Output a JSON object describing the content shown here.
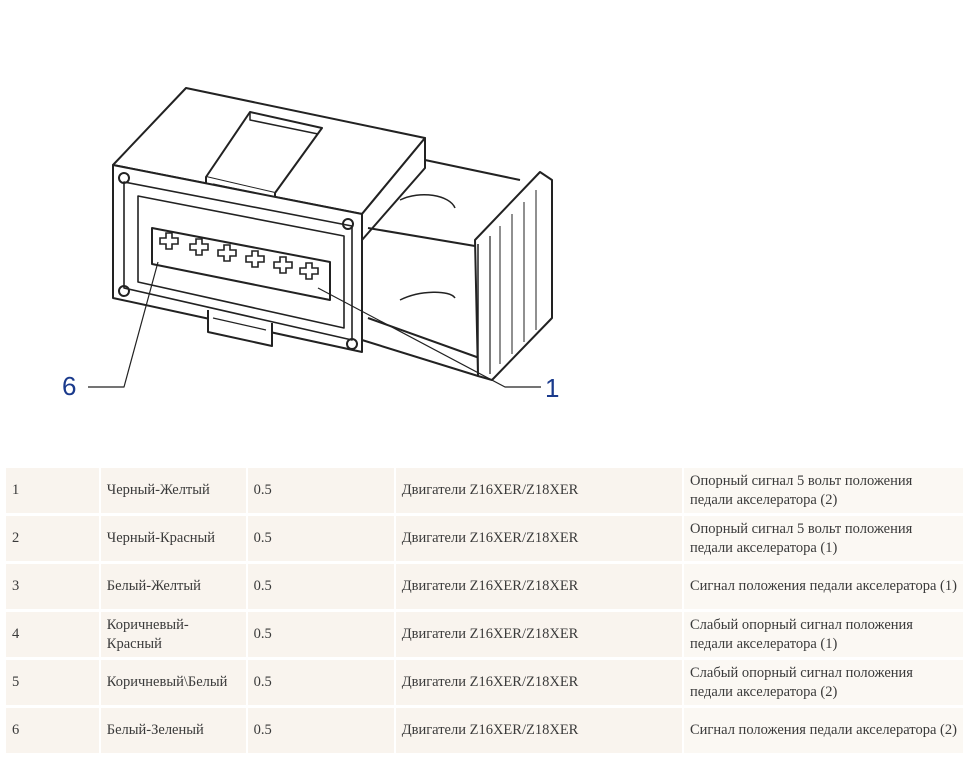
{
  "diagram": {
    "callouts": [
      "6",
      "1"
    ],
    "accent_color": "#1a3a8c",
    "line_color": "#222222"
  },
  "table": {
    "rows": [
      {
        "pin": "1",
        "wire_color": "Черный-Желтый",
        "cross_section": "0.5",
        "engines": "Двигатели Z16XER/Z18XER",
        "description": "Опорный сигнал 5 вольт положения педали акселератора (2)"
      },
      {
        "pin": "2",
        "wire_color": "Черный-Красный",
        "cross_section": "0.5",
        "engines": "Двигатели Z16XER/Z18XER",
        "description": "Опорный сигнал 5 вольт положения педали акселератора (1)"
      },
      {
        "pin": "3",
        "wire_color": "Белый-Желтый",
        "cross_section": "0.5",
        "engines": "Двигатели Z16XER/Z18XER",
        "description": "Сигнал положения педали акселератора (1)"
      },
      {
        "pin": "4",
        "wire_color": "Коричневый-Красный",
        "cross_section": "0.5",
        "engines": "Двигатели Z16XER/Z18XER",
        "description": "Слабый опорный сигнал положения педали акселератора (1)"
      },
      {
        "pin": "5",
        "wire_color": "Коричневый\\Белый",
        "cross_section": "0.5",
        "engines": "Двигатели Z16XER/Z18XER",
        "description": "Слабый опорный сигнал положения педали акселератора (2)"
      },
      {
        "pin": "6",
        "wire_color": "Белый-Зеленый",
        "cross_section": "0.5",
        "engines": "Двигатели Z16XER/Z18XER",
        "description": "Сигнал положения педали акселератора (2)"
      }
    ]
  }
}
